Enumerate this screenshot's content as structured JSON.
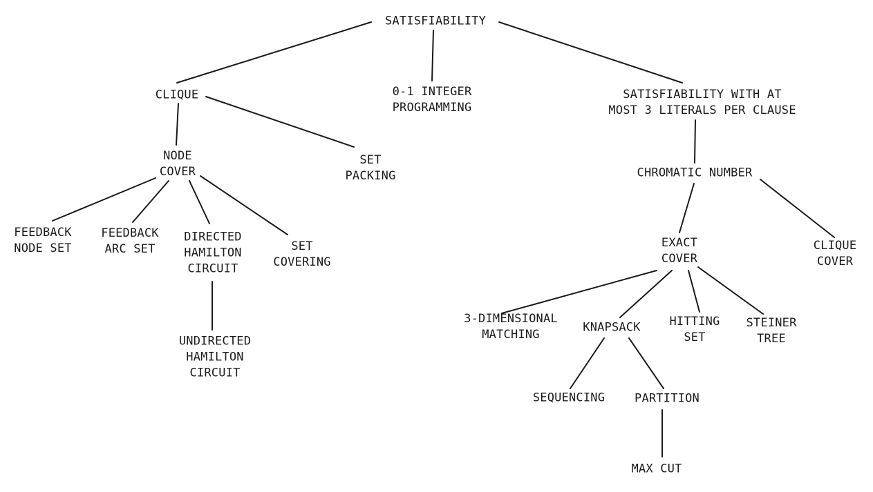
{
  "nodes": {
    "satisfiability": {
      "lines": [
        "SATISFIABILITY"
      ]
    },
    "clique": {
      "lines": [
        "CLIQUE"
      ]
    },
    "integer_programming": {
      "lines": [
        "0-1 INTEGER",
        "PROGRAMMING"
      ]
    },
    "sat3": {
      "lines": [
        "SATISFIABILITY WITH AT",
        "MOST 3 LITERALS PER CLAUSE"
      ]
    },
    "node_cover": {
      "lines": [
        "NODE",
        "COVER"
      ]
    },
    "set_packing": {
      "lines": [
        "SET",
        "PACKING"
      ]
    },
    "chromatic_number": {
      "lines": [
        "CHROMATIC NUMBER"
      ]
    },
    "feedback_node_set": {
      "lines": [
        "FEEDBACK",
        "NODE SET"
      ]
    },
    "feedback_arc_set": {
      "lines": [
        "FEEDBACK",
        "ARC SET"
      ]
    },
    "directed_hamilton": {
      "lines": [
        "DIRECTED",
        "HAMILTON",
        "CIRCUIT"
      ]
    },
    "set_covering": {
      "lines": [
        "SET",
        "COVERING"
      ]
    },
    "exact_cover": {
      "lines": [
        "EXACT",
        "COVER"
      ]
    },
    "clique_cover": {
      "lines": [
        "CLIQUE",
        "COVER"
      ]
    },
    "undirected_hamilton": {
      "lines": [
        "UNDIRECTED",
        "HAMILTON",
        "CIRCUIT"
      ]
    },
    "three_dim_matching": {
      "lines": [
        "3-DIMENSIONAL",
        "MATCHING"
      ]
    },
    "knapsack": {
      "lines": [
        "KNAPSACK"
      ]
    },
    "hitting_set": {
      "lines": [
        "HITTING",
        "SET"
      ]
    },
    "steiner_tree": {
      "lines": [
        "STEINER",
        "TREE"
      ]
    },
    "sequencing": {
      "lines": [
        "SEQUENCING"
      ]
    },
    "partition": {
      "lines": [
        "PARTITION"
      ]
    },
    "max_cut": {
      "lines": [
        "MAX CUT"
      ]
    }
  },
  "edges": [
    [
      "satisfiability",
      "clique"
    ],
    [
      "satisfiability",
      "integer_programming"
    ],
    [
      "satisfiability",
      "sat3"
    ],
    [
      "clique",
      "node_cover"
    ],
    [
      "clique",
      "set_packing"
    ],
    [
      "node_cover",
      "feedback_node_set"
    ],
    [
      "node_cover",
      "feedback_arc_set"
    ],
    [
      "node_cover",
      "directed_hamilton"
    ],
    [
      "node_cover",
      "set_covering"
    ],
    [
      "directed_hamilton",
      "undirected_hamilton"
    ],
    [
      "sat3",
      "chromatic_number"
    ],
    [
      "chromatic_number",
      "exact_cover"
    ],
    [
      "chromatic_number",
      "clique_cover"
    ],
    [
      "exact_cover",
      "three_dim_matching"
    ],
    [
      "exact_cover",
      "knapsack"
    ],
    [
      "exact_cover",
      "hitting_set"
    ],
    [
      "exact_cover",
      "steiner_tree"
    ],
    [
      "knapsack",
      "sequencing"
    ],
    [
      "knapsack",
      "partition"
    ],
    [
      "partition",
      "max_cut"
    ]
  ]
}
